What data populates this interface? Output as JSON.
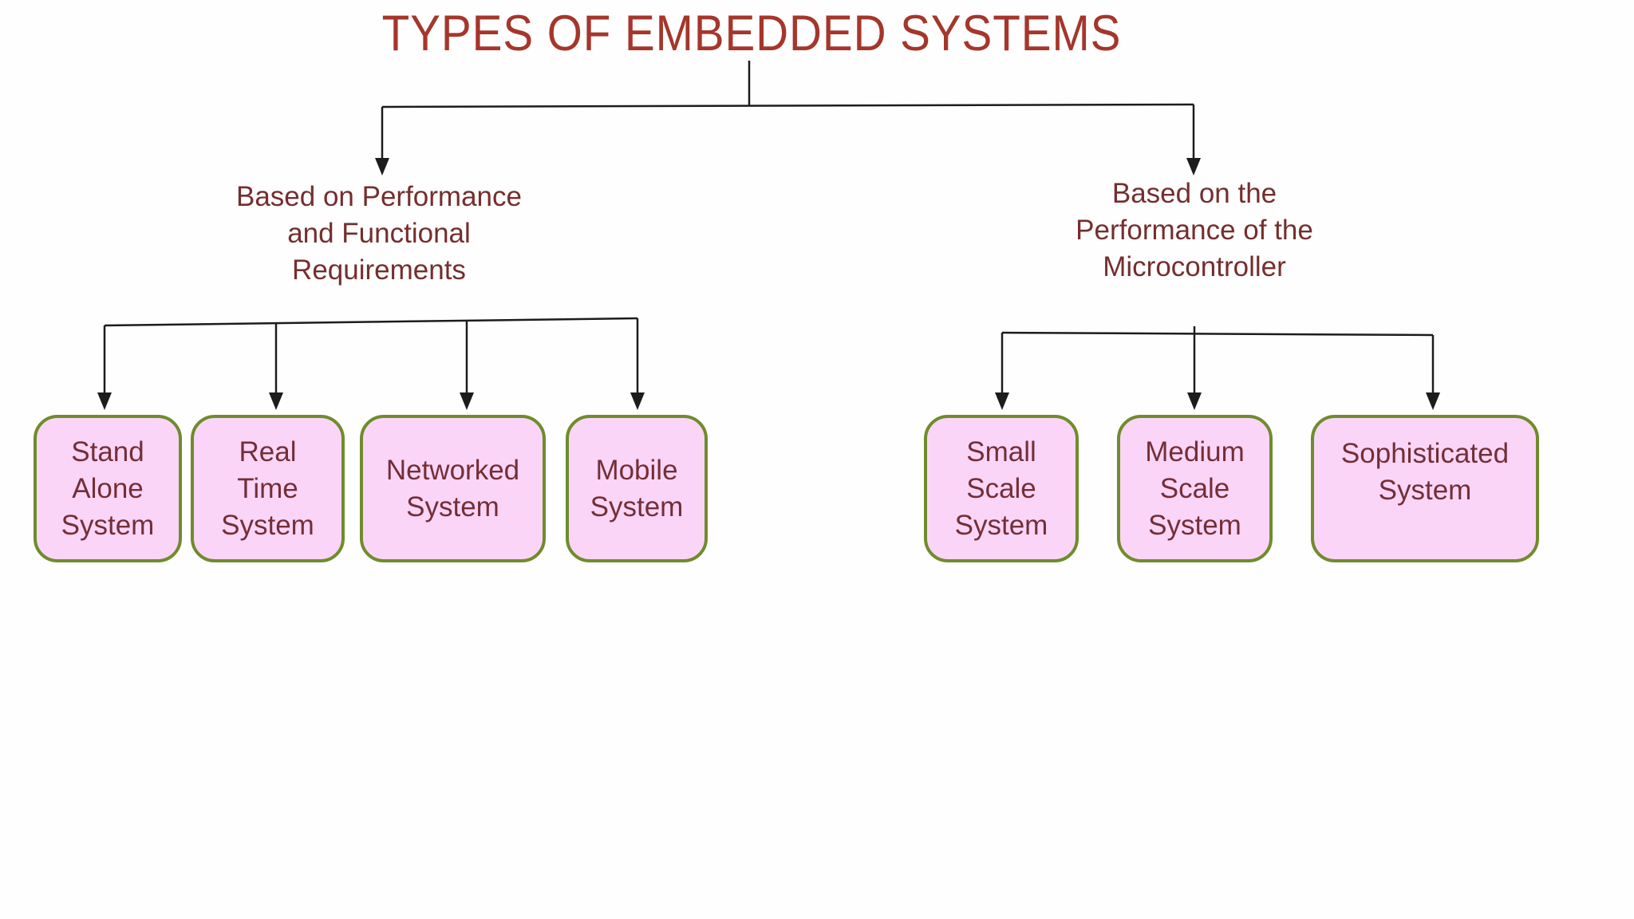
{
  "diagram": {
    "title": "TYPES OF EMBEDDED SYSTEMS",
    "branch_left": {
      "label_line1": "Based on Performance",
      "label_line2": "and Functional",
      "label_line3": "Requirements"
    },
    "branch_right": {
      "label_line1": "Based on the",
      "label_line2": "Performance of the",
      "label_line3": "Microcontroller"
    },
    "nodes": {
      "stand_alone": {
        "line1": "Stand",
        "line2": "Alone",
        "line3": "System"
      },
      "real_time": {
        "line1": "Real",
        "line2": "Time",
        "line3": "System"
      },
      "networked": {
        "line1": "Networked",
        "line2": "System"
      },
      "mobile": {
        "line1": "Mobile",
        "line2": "System"
      },
      "small_scale": {
        "line1": "Small",
        "line2": "Scale",
        "line3": "System"
      },
      "medium_scale": {
        "line1": "Medium",
        "line2": "Scale",
        "line3": "System"
      },
      "sophisticated": {
        "line1": "Sophisticated",
        "line2": "System"
      }
    },
    "colors": {
      "title_text": "#A5362B",
      "label_text": "#752E2E",
      "node_text": "#732F35",
      "node_fill": "#FBD5F8",
      "node_border": "#6F8C2B",
      "connector": "#1C1C1C"
    }
  }
}
